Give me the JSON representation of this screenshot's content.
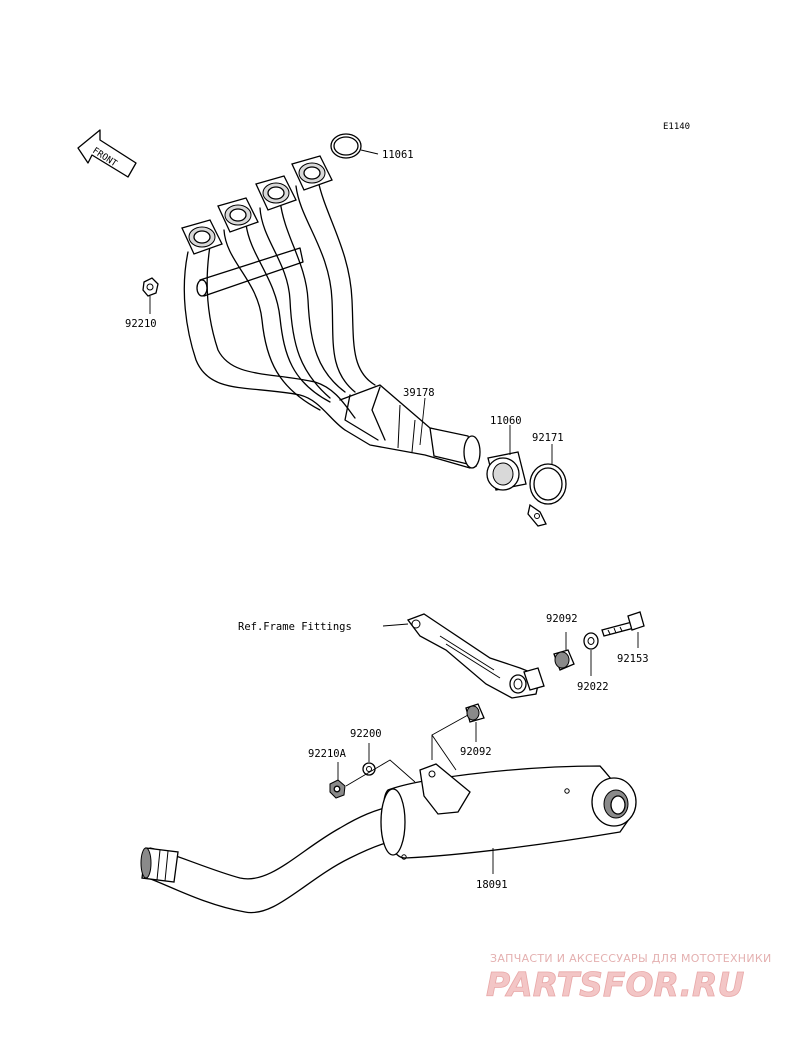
{
  "diagram": {
    "code": "E1140",
    "front_label": "FRONT",
    "reference_label": "Ref.Frame Fittings",
    "parts": {
      "p11061": "11061",
      "p92210": "92210",
      "p39178": "39178",
      "p11060": "11060",
      "p92171": "92171",
      "p92092_top": "92092",
      "p92153": "92153",
      "p92022": "92022",
      "p92092_bottom": "92092",
      "p92200": "92200",
      "p92210A": "92210A",
      "p18091": "18091"
    }
  },
  "watermark": {
    "tagline": "ЗАПЧАСТИ И АКСЕССУАРЫ ДЛЯ МОТОТЕХНИКИ",
    "logo": "PARTSFOR.RU"
  }
}
